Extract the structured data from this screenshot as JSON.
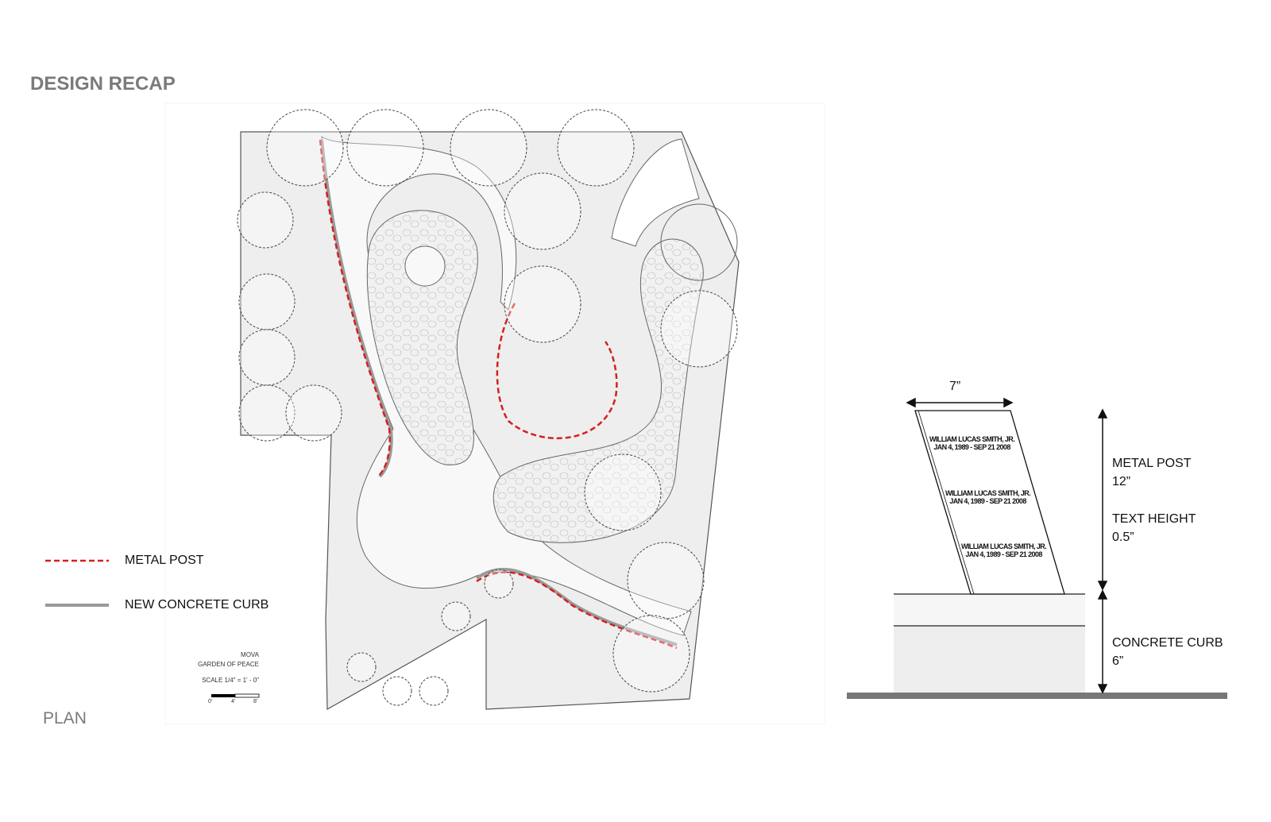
{
  "title": "DESIGN RECAP",
  "plan_label": "PLAN",
  "legend": [
    {
      "label": "METAL POST",
      "style": "dashed",
      "color": "#d42020"
    },
    {
      "label": "NEW CONCRETE CURB",
      "style": "solid",
      "color": "#9a9a9a"
    }
  ],
  "plan_stamp": {
    "name": "MOVA",
    "project": "GARDEN OF PEACE",
    "scale": "SCALE 1/4\" = 1' - 0\"",
    "scale_ticks": [
      "0'",
      "4'",
      "8'"
    ]
  },
  "detail": {
    "width_label": "7”",
    "metal_post": "METAL POST",
    "metal_post_height": "12”",
    "text_height": "TEXT HEIGHT",
    "text_height_value": "0.5”",
    "concrete_curb": "CONCRETE CURB",
    "concrete_curb_height": "6”",
    "plaque_lines": [
      {
        "name": "WILLIAM LUCAS SMITH, JR.",
        "dates": "JAN 4, 1989 - SEP 21  2008"
      },
      {
        "name": "WILLIAM LUCAS SMITH, JR.",
        "dates": "JAN 4, 1989 - SEP 21  2008"
      },
      {
        "name": "WILLIAM LUCAS SMITH, JR.",
        "dates": "JAN 4, 1989 - SEP 21  2008"
      }
    ]
  },
  "colors": {
    "heading": "#7a7a7a",
    "metal_post": "#d42020",
    "curb": "#9a9a9a"
  }
}
